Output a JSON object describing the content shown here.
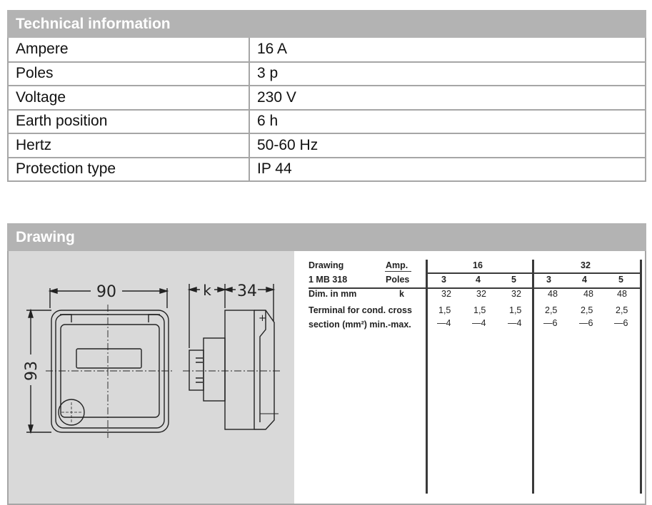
{
  "technical_information": {
    "title": "Technical information",
    "rows": [
      {
        "label": "Ampere",
        "value": "16 A"
      },
      {
        "label": "Poles",
        "value": "3 p"
      },
      {
        "label": "Voltage",
        "value": "230 V"
      },
      {
        "label": "Earth position",
        "value": "6 h"
      },
      {
        "label": "Hertz",
        "value": "50-60 Hz"
      },
      {
        "label": "Protection type",
        "value": "IP 44"
      }
    ]
  },
  "drawing": {
    "title": "Drawing",
    "diagram": {
      "width_label": "90",
      "height_label": "93",
      "depth_label_k": "k",
      "depth_label": "34",
      "plus_mark": "+"
    },
    "spec_table": {
      "drawing_label": "Drawing",
      "drawing_number": "1 MB 318",
      "amp_label": "Amp.",
      "poles_label": "Poles",
      "amp_groups": [
        "16",
        "32"
      ],
      "poles": [
        "3",
        "4",
        "5",
        "3",
        "4",
        "5"
      ],
      "dim_label": "Dim. in mm",
      "dim_symbol": "k",
      "dim_values": [
        "32",
        "32",
        "32",
        "48",
        "48",
        "48"
      ],
      "terminal_label_1": "Terminal for cond. cross",
      "terminal_label_2": "section (mm²) min.-max.",
      "terminal_min": [
        "1,5",
        "1,5",
        "1,5",
        "2,5",
        "2,5",
        "2,5"
      ],
      "terminal_max": [
        "—4",
        "—4",
        "—4",
        "—6",
        "—6",
        "—6"
      ]
    }
  }
}
